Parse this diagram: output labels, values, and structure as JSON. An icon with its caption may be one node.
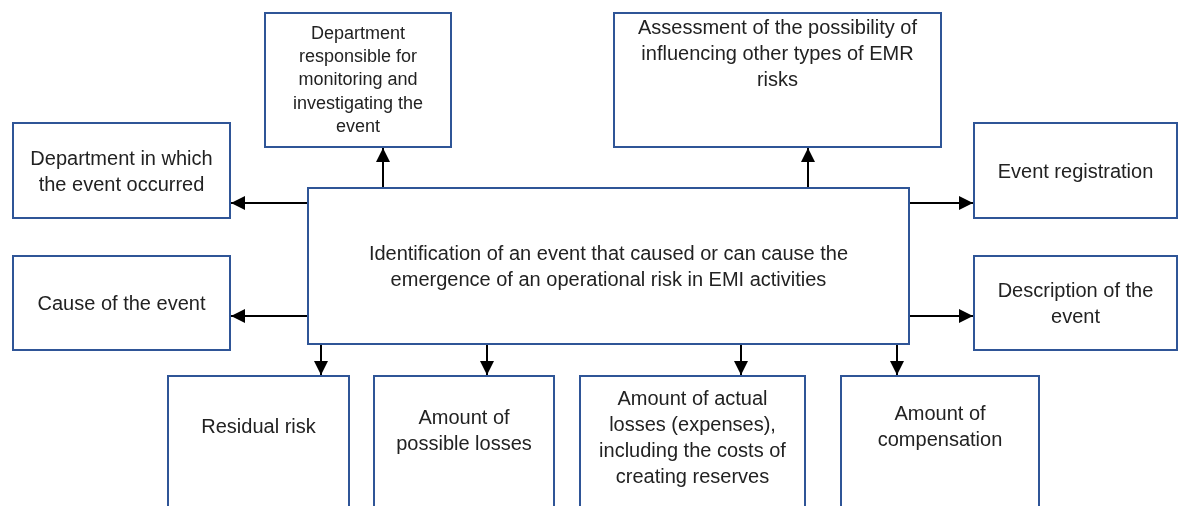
{
  "diagram": {
    "nodes": [
      {
        "text": [
          "Department responsible for monitoring and investigating the event"
        ]
      },
      {
        "text": [
          "Assessment of the possibility of influencing other types of EMR risks"
        ]
      },
      {
        "text": [
          "Department in which the event occurred"
        ]
      },
      {
        "text": [
          "Event registration"
        ]
      },
      {
        "text": [
          "Identification of an event that caused or can cause the emergence of an operational risk in EMI activities"
        ]
      },
      {
        "text": [
          "Cause of the event"
        ]
      },
      {
        "text": [
          "Description of the event"
        ]
      },
      {
        "text": [
          "Residual risk"
        ]
      },
      {
        "text": [
          "Amount of possible losses"
        ]
      },
      {
        "text": [
          "Amount of actual losses (expenses), including the costs of creating reserves"
        ]
      },
      {
        "text": [
          "Amount of compensation"
        ]
      }
    ],
    "edges": [
      {
        "from": 4,
        "to": 0,
        "arrow": "to"
      },
      {
        "from": 4,
        "to": 1,
        "arrow": "to"
      },
      {
        "from": 4,
        "to": 2,
        "arrow": "to"
      },
      {
        "from": 4,
        "to": 3,
        "arrow": "to"
      },
      {
        "from": 4,
        "to": 5,
        "arrow": "to"
      },
      {
        "from": 4,
        "to": 6,
        "arrow": "to"
      },
      {
        "from": 4,
        "to": 7,
        "arrow": "to"
      },
      {
        "from": 4,
        "to": 8,
        "arrow": "to"
      },
      {
        "from": 4,
        "to": 9,
        "arrow": "to"
      },
      {
        "from": 4,
        "to": 10,
        "arrow": "to"
      }
    ]
  }
}
